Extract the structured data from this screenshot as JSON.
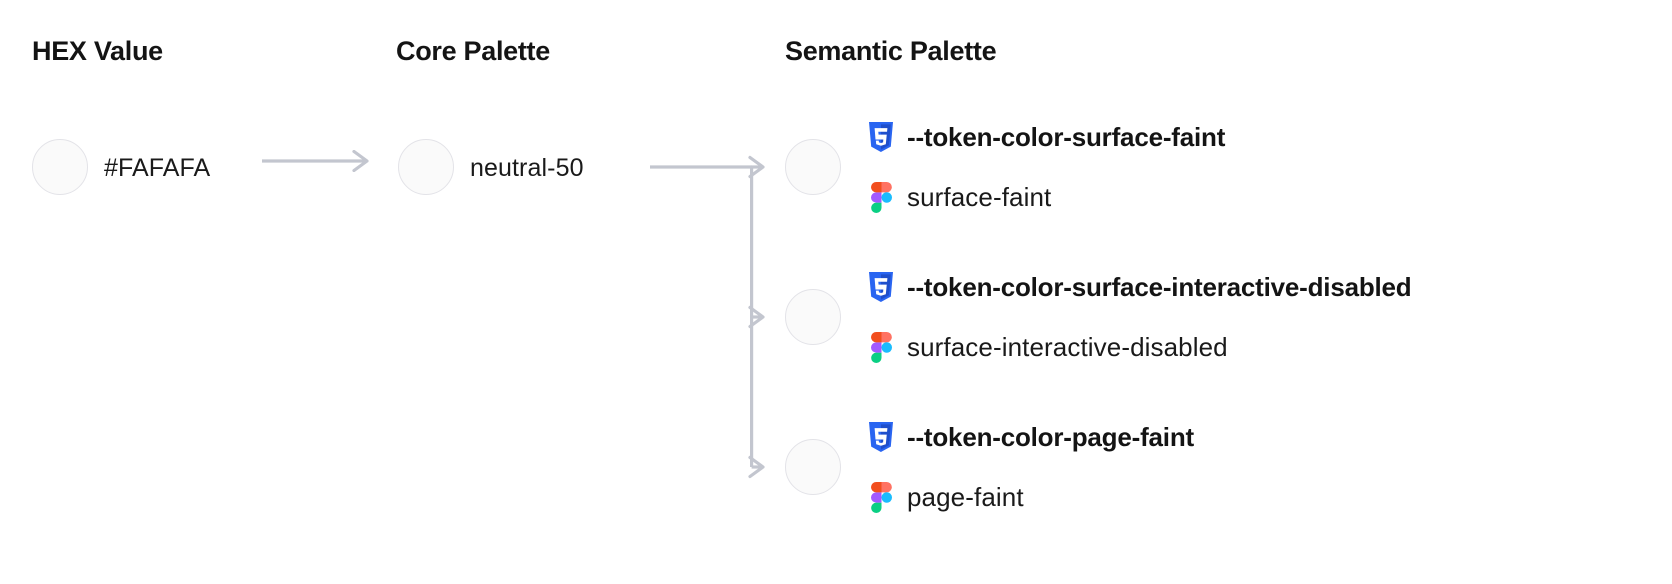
{
  "columns": {
    "hex": {
      "header": "HEX Value"
    },
    "core": {
      "header": "Core Palette"
    },
    "semantic": {
      "header": "Semantic Palette"
    }
  },
  "hex": {
    "value": "#FAFAFA",
    "swatch_color": "#FAFAFA"
  },
  "core": {
    "value": "neutral-50",
    "swatch_color": "#FAFAFA"
  },
  "semantic": {
    "rows": [
      {
        "css_icon": "css3-icon",
        "css_token": "--token-color-surface-faint",
        "figma_icon": "figma-icon",
        "figma_token": "surface-faint",
        "swatch_color": "#FAFAFA"
      },
      {
        "css_icon": "css3-icon",
        "css_token": "--token-color-surface-interactive-disabled",
        "figma_icon": "figma-icon",
        "figma_token": "surface-interactive-disabled",
        "swatch_color": "#FAFAFA"
      },
      {
        "css_icon": "css3-icon",
        "css_token": "--token-color-page-faint",
        "figma_icon": "figma-icon",
        "figma_token": "page-faint",
        "swatch_color": "#FAFAFA"
      }
    ]
  },
  "colors": {
    "background": "#FFFFFF",
    "text": "#141414",
    "swatch_fill": "#FAFAFA",
    "swatch_border": "#E3E3E8",
    "connector": "#C3C6CF",
    "css_blue": "#2965F1",
    "css_blue_dark": "#1F4FCC",
    "figma_red": "#F24E1E",
    "figma_orange": "#FF7262",
    "figma_purple": "#A259FF",
    "figma_blue": "#1ABCFE",
    "figma_green": "#0ACF83"
  },
  "connectors": {
    "hex_to_core": "arrow-right",
    "core_to_semantic": "branching-arrows"
  }
}
